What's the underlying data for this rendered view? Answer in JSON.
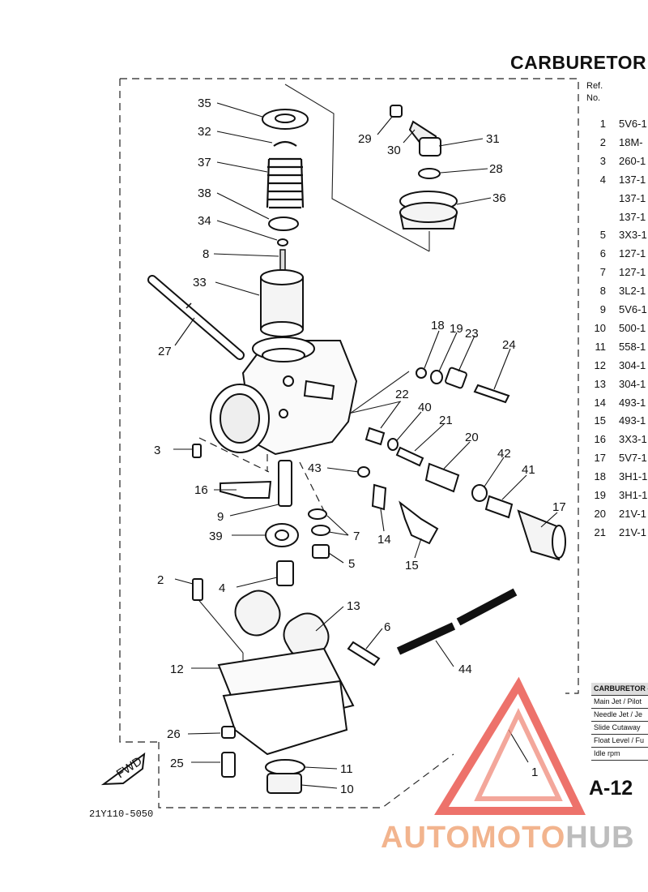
{
  "header": {
    "title": "CARBURETOR",
    "ref_label_line1": "Ref.",
    "ref_label_line2": "No."
  },
  "parts_table": {
    "rows": [
      {
        "no": "1",
        "part": "5V6-1"
      },
      {
        "no": "2",
        "part": "18M-"
      },
      {
        "no": "3",
        "part": "260-1"
      },
      {
        "no": "4",
        "part": "137-1"
      },
      {
        "no": "",
        "part": "137-1"
      },
      {
        "no": "",
        "part": "137-1"
      },
      {
        "no": "5",
        "part": "3X3-1"
      },
      {
        "no": "6",
        "part": "127-1"
      },
      {
        "no": "7",
        "part": "127-1"
      },
      {
        "no": "8",
        "part": "3L2-1"
      },
      {
        "no": "9",
        "part": "5V6-1"
      },
      {
        "no": "10",
        "part": "500-1"
      },
      {
        "no": "11",
        "part": "558-1"
      },
      {
        "no": "12",
        "part": "304-1"
      },
      {
        "no": "13",
        "part": "304-1"
      },
      {
        "no": "14",
        "part": "493-1"
      },
      {
        "no": "15",
        "part": "493-1"
      },
      {
        "no": "16",
        "part": "3X3-1"
      },
      {
        "no": "17",
        "part": "5V7-1"
      },
      {
        "no": "18",
        "part": "3H1-1"
      },
      {
        "no": "19",
        "part": "3H1-1"
      },
      {
        "no": "20",
        "part": "21V-1"
      },
      {
        "no": "21",
        "part": "21V-1"
      }
    ]
  },
  "spec_box": {
    "header": "CARBURETOR - I",
    "rows": [
      "Main Jet / Pilot",
      "Needle Jet / Je",
      "Slide Cutaway",
      "Float Level / Fu",
      "Idle rpm"
    ]
  },
  "callouts": {
    "n35": "35",
    "n32": "32",
    "n37": "37",
    "n38": "38",
    "n34": "34",
    "n8": "8",
    "n33": "33",
    "n27": "27",
    "n29": "29",
    "n30": "30",
    "n31": "31",
    "n28": "28",
    "n36": "36",
    "n18": "18",
    "n19": "19",
    "n23": "23",
    "n24": "24",
    "n22": "22",
    "n40": "40",
    "n21": "21",
    "n20": "20",
    "n42": "42",
    "n41": "41",
    "n17": "17",
    "n43": "43",
    "n14": "14",
    "n15": "15",
    "n3": "3",
    "n16": "16",
    "n9": "9",
    "n39": "39",
    "n7": "7",
    "n5": "5",
    "n2": "2",
    "n4": "4",
    "n13": "13",
    "n6": "6",
    "n12": "12",
    "n44": "44",
    "n26": "26",
    "n25": "25",
    "n11": "11",
    "n10": "10",
    "n1": "1"
  },
  "footer": {
    "page": "A-12",
    "diagram_code": "21Y110-5050",
    "fwd_label": "FWD"
  },
  "watermark": {
    "part1": "AUTOMOTO",
    "part2": "HUB",
    "color1": "#f2b48e",
    "color2": "#bdbdbd",
    "logo_color": "#e8443a"
  }
}
